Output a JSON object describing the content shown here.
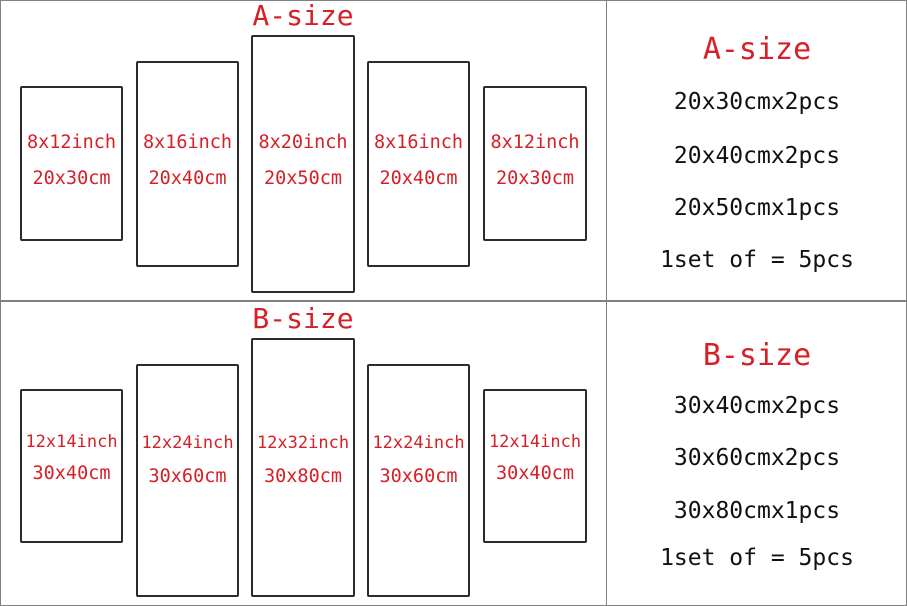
{
  "colors": {
    "accent": "#d61f26",
    "text": "#111111",
    "panel_border": "#2b2b2b",
    "grid": "#808080"
  },
  "section_a": {
    "title": "A-size",
    "panels": [
      {
        "inch": "8x12inch",
        "cm": "20x30cm"
      },
      {
        "inch": "8x16inch",
        "cm": "20x40cm"
      },
      {
        "inch": "8x20inch",
        "cm": "20x50cm"
      },
      {
        "inch": "8x16inch",
        "cm": "20x40cm"
      },
      {
        "inch": "8x12inch",
        "cm": "20x30cm"
      }
    ],
    "summary": {
      "title": "A-size",
      "lines": [
        "20x30cmx2pcs",
        "20x40cmx2pcs",
        "20x50cmx1pcs",
        "1set of = 5pcs"
      ]
    }
  },
  "section_b": {
    "title": "B-size",
    "panels": [
      {
        "inch": "12x14inch",
        "cm": "30x40cm"
      },
      {
        "inch": "12x24inch",
        "cm": "30x60cm"
      },
      {
        "inch": "12x32inch",
        "cm": "30x80cm"
      },
      {
        "inch": "12x24inch",
        "cm": "30x60cm"
      },
      {
        "inch": "12x14inch",
        "cm": "30x40cm"
      }
    ],
    "summary": {
      "title": "B-size",
      "lines": [
        "30x40cmx2pcs",
        "30x60cmx2pcs",
        "30x80cmx1pcs",
        "1set of = 5pcs"
      ]
    }
  }
}
